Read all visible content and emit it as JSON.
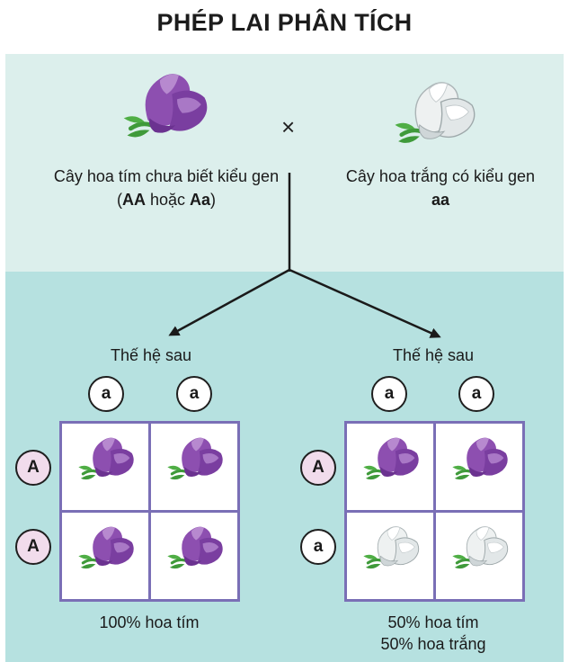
{
  "title": "PHÉP LAI PHÂN TÍCH",
  "cross_symbol": "×",
  "parent_left": {
    "line1": "Cây hoa tím chưa biết kiểu gen",
    "line2_open": "(",
    "line2_AA": "AA",
    "line2_mid": " hoặc ",
    "line2_Aa": "Aa",
    "line2_close": ")"
  },
  "parent_right": {
    "line1": "Cây hoa trắng có kiểu gen",
    "line2": "aa"
  },
  "offspring_left": {
    "label": "Thế hệ sau",
    "top_alleles": [
      "a",
      "a"
    ],
    "side_alleles": [
      "A",
      "A"
    ],
    "flowers": [
      "purple",
      "purple",
      "purple",
      "purple"
    ],
    "result": "100% hoa tím"
  },
  "offspring_right": {
    "label": "Thế hệ sau",
    "top_alleles": [
      "a",
      "a"
    ],
    "side_alleles": [
      "A",
      "a"
    ],
    "flowers": [
      "purple",
      "purple",
      "white",
      "white"
    ],
    "result_line1": "50% hoa tím",
    "result_line2": "50% hoa trắng"
  },
  "colors": {
    "top_panel": "#dcefec",
    "bottom_panel": "#b6e1e0",
    "grid_border": "#7a6fb6",
    "dominant_allele_fill": "#f1dcec",
    "purple_flower": "#9b5fb5",
    "white_flower": "#f2f4f4",
    "stem_green": "#3f9a3a"
  }
}
